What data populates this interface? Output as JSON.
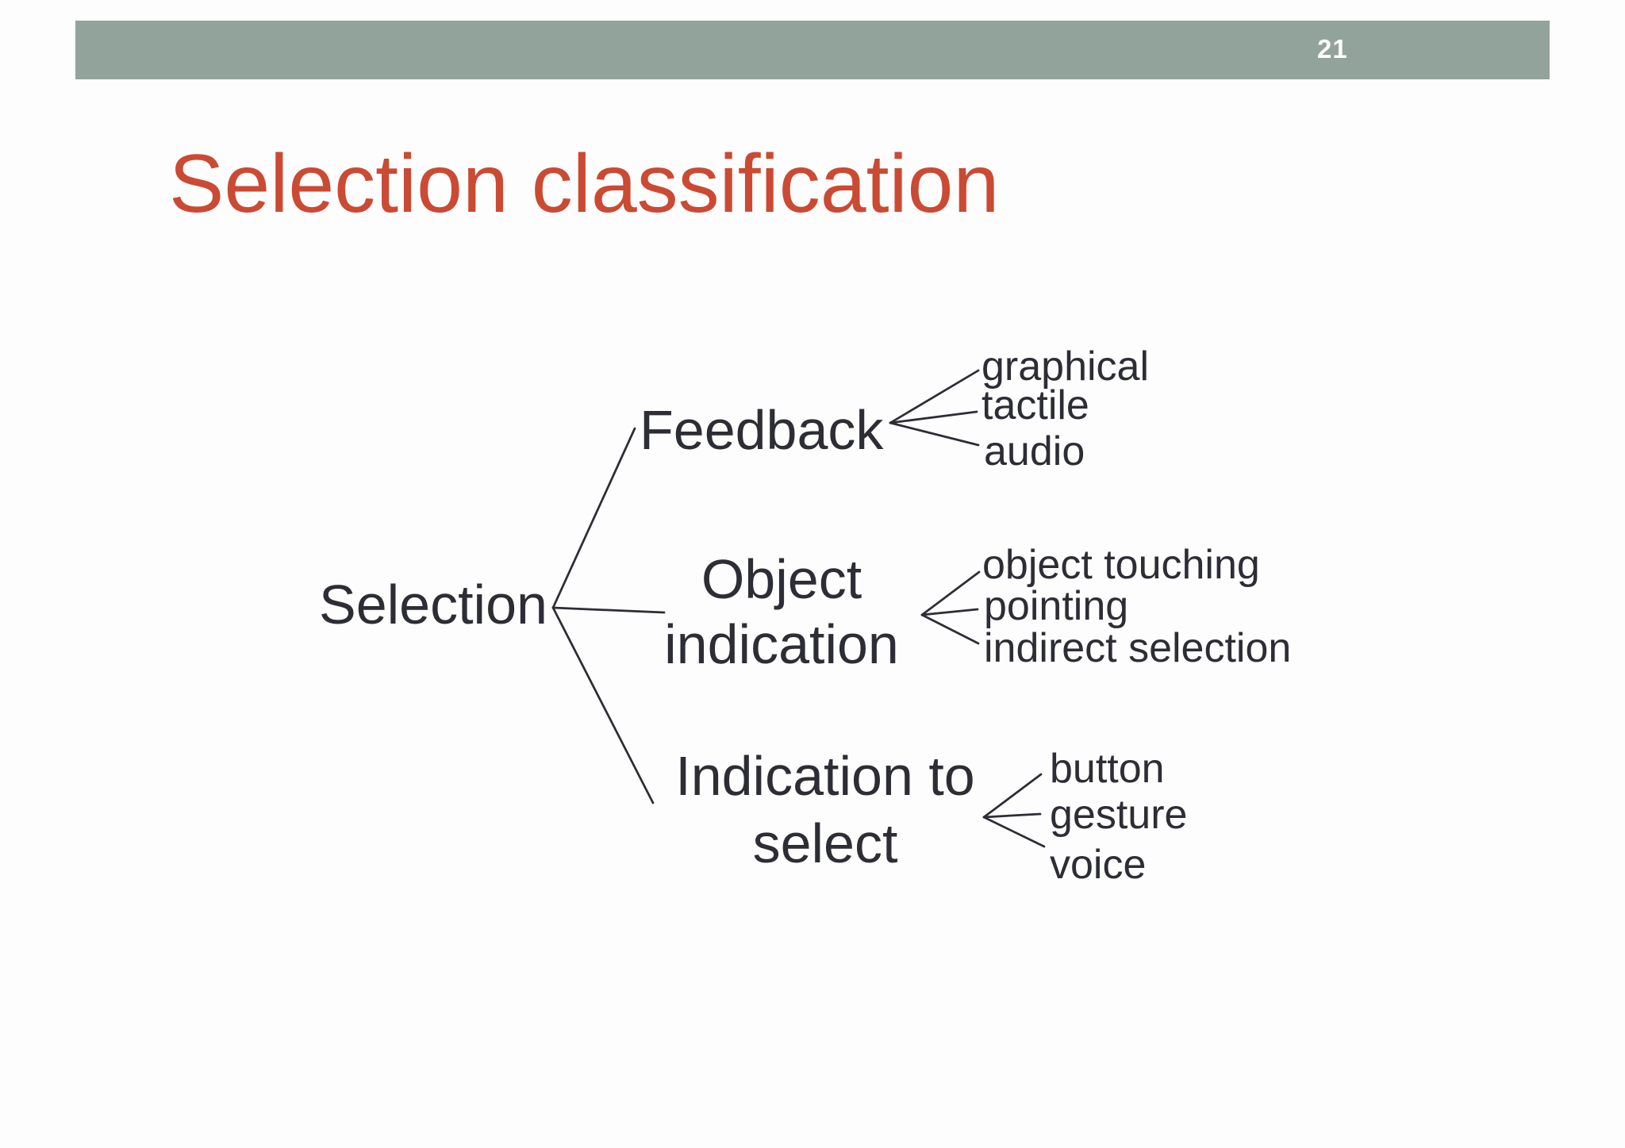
{
  "slide": {
    "page_number": "21",
    "title": "Selection classification"
  },
  "diagram": {
    "root": {
      "label": "Selection"
    },
    "branches": [
      {
        "label": "Feedback",
        "children": [
          "graphical",
          "tactile",
          "audio"
        ]
      },
      {
        "label": "Object indication",
        "children": [
          "object touching",
          "pointing",
          "indirect selection"
        ]
      },
      {
        "label": "Indication to select",
        "children": [
          "button",
          "gesture",
          "voice"
        ]
      }
    ]
  },
  "colors": {
    "header_bar": "#92a39b",
    "title_text": "#cb4a33",
    "diagram_text": "#2d2d35",
    "page_number_text": "#ffffff"
  }
}
